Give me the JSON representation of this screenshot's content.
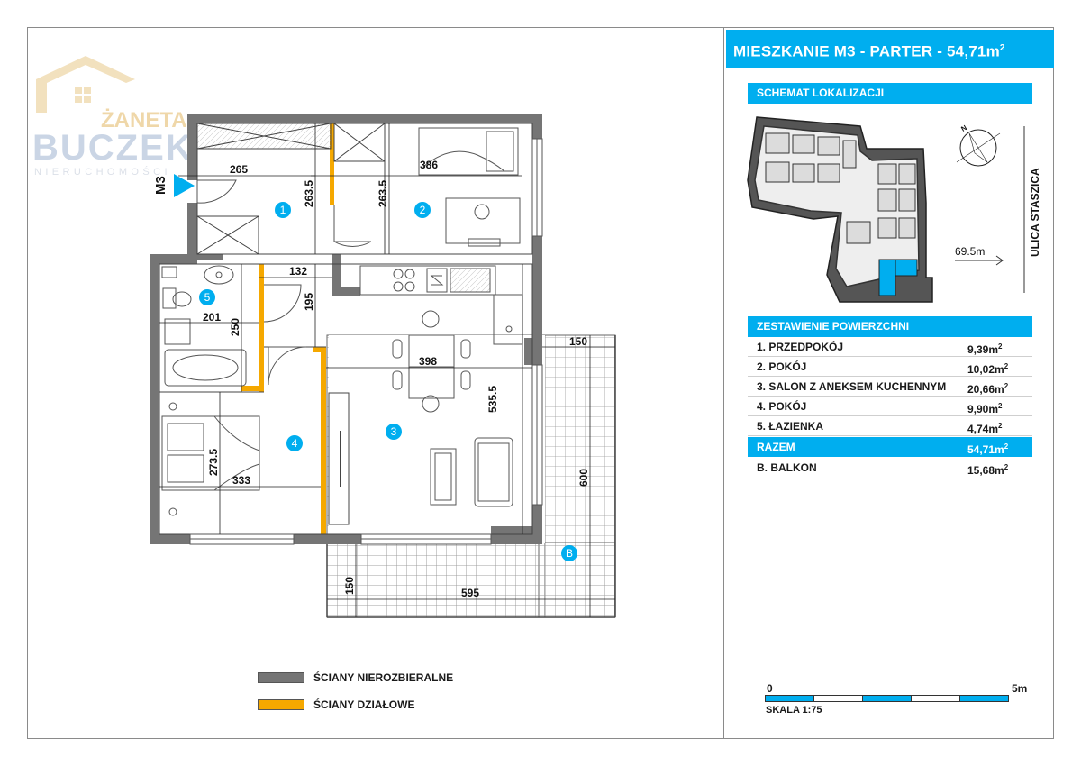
{
  "logo": {
    "name_top": "ŻANETA",
    "name_main": "BUCZEK",
    "subtitle": "NIERUCHOMOŚCI"
  },
  "title": {
    "text": "MIESZKANIE M3 - PARTER - 54,71m",
    "sup": "2"
  },
  "location": {
    "header": "SCHEMAT LOKALIZACJI",
    "street": "ULICA STASZICA",
    "distance": "69.5m",
    "north": "N"
  },
  "areas": {
    "header": "ZESTAWIENIE POWIERZCHNI",
    "rows": [
      {
        "label": "1. PRZEDPOKÓJ",
        "value": "9,39m",
        "sup": "2"
      },
      {
        "label": "2. POKÓJ",
        "value": "10,02m",
        "sup": "2"
      },
      {
        "label": "3. SALON Z ANEKSEM KUCHENNYM",
        "value": "20,66m",
        "sup": "2"
      },
      {
        "label": "4. POKÓJ",
        "value": "9,90m",
        "sup": "2"
      },
      {
        "label": "5. ŁAZIENKA",
        "value": "4,74m",
        "sup": "2"
      }
    ],
    "total": {
      "label": "RAZEM",
      "value": "54,71m",
      "sup": "2"
    },
    "balcony": {
      "label": "B. BALKON",
      "value": "15,68m",
      "sup": "2"
    }
  },
  "legend": {
    "bearing": "ŚCIANY NIEROZBIERALNE",
    "partition": "ŚCIANY DZIAŁOWE",
    "bearing_color": "#757575",
    "partition_color": "#f5a800"
  },
  "scale": {
    "start": "0",
    "end": "5m",
    "label": "SKALA 1:75"
  },
  "plan": {
    "unit_label": "M3",
    "rooms": [
      {
        "num": "1",
        "name": "PRZEDPOKÓJ"
      },
      {
        "num": "2",
        "name": "POKÓJ"
      },
      {
        "num": "3",
        "name": "SALON"
      },
      {
        "num": "4",
        "name": "POKÓJ"
      },
      {
        "num": "5",
        "name": "ŁAZIENKA"
      },
      {
        "num": "B",
        "name": "BALKON"
      }
    ],
    "dimensions": {
      "d265": "265",
      "d386": "386",
      "d2635a": "263.5",
      "d2635b": "263.5",
      "d132": "132",
      "d195": "195",
      "d201": "201",
      "d250": "250",
      "d398": "398",
      "d5355": "535.5",
      "d2735": "273.5",
      "d333": "333",
      "d150a": "150",
      "d600": "600",
      "d150b": "150",
      "d595": "595"
    }
  },
  "colors": {
    "accent": "#00aeef",
    "wall": "#757575",
    "partition": "#f5a800"
  }
}
